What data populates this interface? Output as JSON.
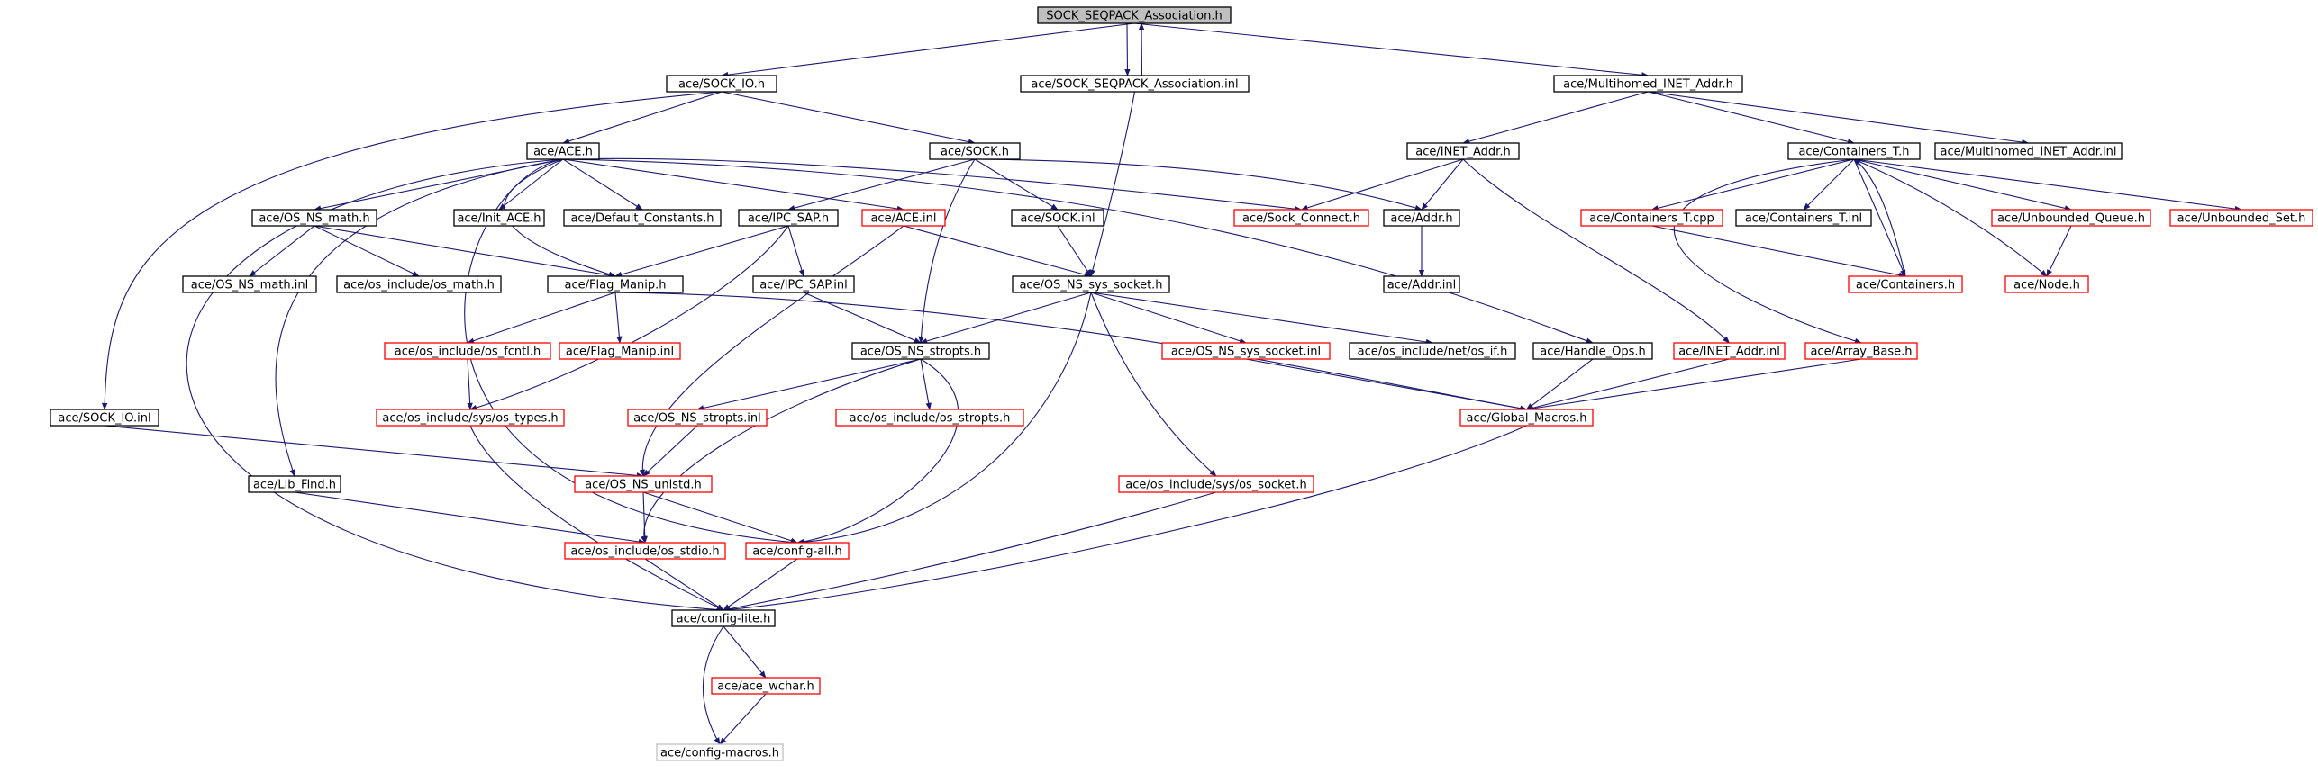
{
  "graph": {
    "edge_color": "#191970",
    "border_colors": {
      "black": "#000000",
      "red": "#ff0000",
      "gray": "#bfbfbf",
      "root_fill": "#bfbfbf"
    },
    "nodes": [
      {
        "id": "root",
        "label": "SOCK_SEQPACK_Association.h",
        "style": "root"
      },
      {
        "id": "sockio_h",
        "label": "ace/SOCK_IO.h",
        "style": "black"
      },
      {
        "id": "assoc_inl",
        "label": "ace/SOCK_SEQPACK_Association.inl",
        "style": "black"
      },
      {
        "id": "mh_addr_h",
        "label": "ace/Multihomed_INET_Addr.h",
        "style": "black"
      },
      {
        "id": "ace_h",
        "label": "ace/ACE.h",
        "style": "black"
      },
      {
        "id": "sock_h",
        "label": "ace/SOCK.h",
        "style": "black"
      },
      {
        "id": "inet_addr_h",
        "label": "ace/INET_Addr.h",
        "style": "black"
      },
      {
        "id": "containers_t_h",
        "label": "ace/Containers_T.h",
        "style": "black"
      },
      {
        "id": "mh_addr_inl",
        "label": "ace/Multihomed_INET_Addr.inl",
        "style": "black"
      },
      {
        "id": "os_ns_math_h",
        "label": "ace/OS_NS_math.h",
        "style": "black"
      },
      {
        "id": "init_ace_h",
        "label": "ace/Init_ACE.h",
        "style": "black"
      },
      {
        "id": "default_constants_h",
        "label": "ace/Default_Constants.h",
        "style": "black"
      },
      {
        "id": "ipc_sap_h",
        "label": "ace/IPC_SAP.h",
        "style": "black"
      },
      {
        "id": "ace_inl",
        "label": "ace/ACE.inl",
        "style": "red"
      },
      {
        "id": "sock_inl",
        "label": "ace/SOCK.inl",
        "style": "black"
      },
      {
        "id": "sock_connect_h",
        "label": "ace/Sock_Connect.h",
        "style": "red"
      },
      {
        "id": "addr_h",
        "label": "ace/Addr.h",
        "style": "black"
      },
      {
        "id": "containers_t_cpp",
        "label": "ace/Containers_T.cpp",
        "style": "red"
      },
      {
        "id": "containers_t_inl",
        "label": "ace/Containers_T.inl",
        "style": "black"
      },
      {
        "id": "unbounded_queue_h",
        "label": "ace/Unbounded_Queue.h",
        "style": "red"
      },
      {
        "id": "unbounded_set_h",
        "label": "ace/Unbounded_Set.h",
        "style": "red"
      },
      {
        "id": "os_ns_math_inl",
        "label": "ace/OS_NS_math.inl",
        "style": "black"
      },
      {
        "id": "os_math_h",
        "label": "ace/os_include/os_math.h",
        "style": "black"
      },
      {
        "id": "flag_manip_h",
        "label": "ace/Flag_Manip.h",
        "style": "black"
      },
      {
        "id": "ipc_sap_inl",
        "label": "ace/IPC_SAP.inl",
        "style": "black"
      },
      {
        "id": "os_ns_sys_socket_h",
        "label": "ace/OS_NS_sys_socket.h",
        "style": "black"
      },
      {
        "id": "addr_inl",
        "label": "ace/Addr.inl",
        "style": "black"
      },
      {
        "id": "containers_h",
        "label": "ace/Containers.h",
        "style": "red"
      },
      {
        "id": "node_h",
        "label": "ace/Node.h",
        "style": "red"
      },
      {
        "id": "os_fcntl_h",
        "label": "ace/os_include/os_fcntl.h",
        "style": "red"
      },
      {
        "id": "flag_manip_inl",
        "label": "ace/Flag_Manip.inl",
        "style": "red"
      },
      {
        "id": "os_ns_stropts_h",
        "label": "ace/OS_NS_stropts.h",
        "style": "black"
      },
      {
        "id": "os_ns_sys_socket_inl",
        "label": "ace/OS_NS_sys_socket.inl",
        "style": "red"
      },
      {
        "id": "os_if_h",
        "label": "ace/os_include/net/os_if.h",
        "style": "black"
      },
      {
        "id": "handle_ops_h",
        "label": "ace/Handle_Ops.h",
        "style": "black"
      },
      {
        "id": "inet_addr_inl",
        "label": "ace/INET_Addr.inl",
        "style": "red"
      },
      {
        "id": "array_base_h",
        "label": "ace/Array_Base.h",
        "style": "red"
      },
      {
        "id": "sockio_inl",
        "label": "ace/SOCK_IO.inl",
        "style": "black"
      },
      {
        "id": "os_types_h",
        "label": "ace/os_include/sys/os_types.h",
        "style": "red"
      },
      {
        "id": "os_ns_stropts_inl",
        "label": "ace/OS_NS_stropts.inl",
        "style": "red"
      },
      {
        "id": "os_stropts_h",
        "label": "ace/os_include/os_stropts.h",
        "style": "red"
      },
      {
        "id": "global_macros_h",
        "label": "ace/Global_Macros.h",
        "style": "red"
      },
      {
        "id": "lib_find_h",
        "label": "ace/Lib_Find.h",
        "style": "black"
      },
      {
        "id": "os_ns_unistd_h",
        "label": "ace/OS_NS_unistd.h",
        "style": "red"
      },
      {
        "id": "os_socket_h",
        "label": "ace/os_include/sys/os_socket.h",
        "style": "red"
      },
      {
        "id": "os_stdio_h",
        "label": "ace/os_include/os_stdio.h",
        "style": "red"
      },
      {
        "id": "config_all_h",
        "label": "ace/config-all.h",
        "style": "red"
      },
      {
        "id": "config_lite_h",
        "label": "ace/config-lite.h",
        "style": "black"
      },
      {
        "id": "ace_wchar_h",
        "label": "ace/ace_wchar.h",
        "style": "red"
      },
      {
        "id": "config_macros_h",
        "label": "ace/config-macros.h",
        "style": "gray"
      }
    ]
  }
}
